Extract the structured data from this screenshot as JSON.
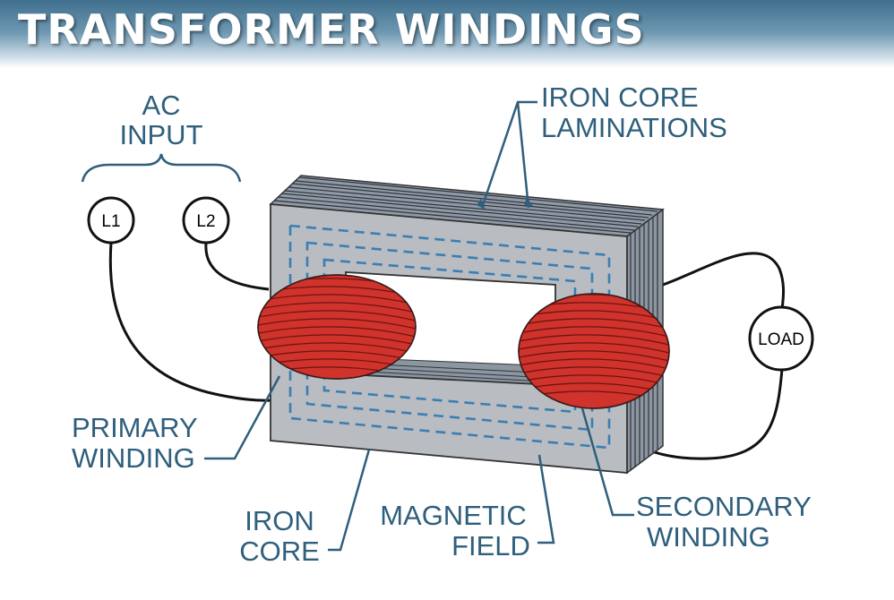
{
  "title": "TRANSFORMER WINDINGS",
  "colors": {
    "label": "#2f5f7c",
    "coil": "#d0322c",
    "core_front": "#b9bcc0",
    "field_lines": "#3a7fb4",
    "banner": "#4a7898"
  },
  "labels": {
    "ac_input": [
      "AC",
      "INPUT"
    ],
    "iron_core_laminations": [
      "IRON CORE",
      "LAMINATIONS"
    ],
    "primary_winding": [
      "PRIMARY",
      "WINDING"
    ],
    "iron_core": [
      "IRON",
      "CORE"
    ],
    "magnetic_field": [
      "MAGNETIC",
      "FIELD"
    ],
    "secondary_winding": [
      "SECONDARY",
      "WINDING"
    ]
  },
  "terminals": {
    "l1": "L1",
    "l2": "L2",
    "load": "LOAD"
  }
}
